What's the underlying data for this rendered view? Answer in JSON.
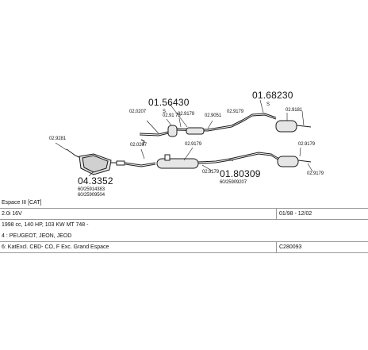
{
  "parts": {
    "p01_56430": "01.56430",
    "p01_68230": "01.68230",
    "p04_3352": "04.3352",
    "p01_80309": "01.80309",
    "small_01": "02.9281",
    "small_02": "02.0207",
    "small_03": "02.91 73",
    "small_04": "02.9179",
    "small_05": "02.9051",
    "small_06": "02.9179",
    "small_07": "02.9181",
    "small_08": "02.0207",
    "small_09": "02.9179",
    "small_10": "02.9179",
    "small_11": "02.9179",
    "small_12": "02.9179",
    "ref_a": "60/25914383",
    "ref_b": "60/25909504",
    "ref_c": "60/25909207",
    "s1": "S",
    "s2": "S"
  },
  "info": {
    "model": "Espace III [CAT]",
    "engine": "2.0i 16V",
    "spec": "1998 cc, 140 HP, 103 KW MT 748 -",
    "date_range": "01/98 - 12/02",
    "brand": "4 : PEUGEOT, JEON, JEOD",
    "notes": "6: KatExcl. CBD- CO, F Exc. Grand Espace",
    "code": "C280093"
  },
  "colors": {
    "line": "#1a1a1a",
    "grid": "#9a9a9a",
    "part_fill": "#e8e8e8"
  }
}
